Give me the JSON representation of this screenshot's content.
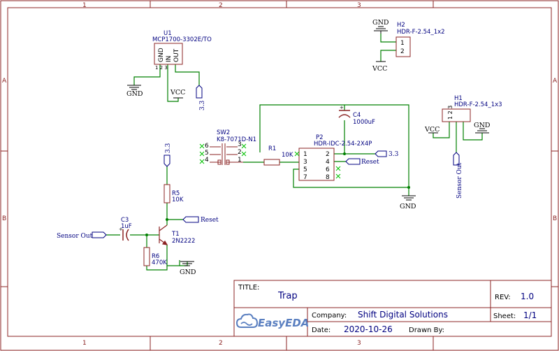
{
  "frame": {
    "columns": [
      "1",
      "2",
      "3"
    ],
    "rows": [
      "A",
      "B"
    ]
  },
  "title_block": {
    "title_label": "TITLE:",
    "title": "Trap",
    "rev_label": "REV:",
    "rev": "1.0",
    "company_label": "Company:",
    "company": "Shift Digital Solutions",
    "sheet_label": "Sheet:",
    "sheet": "1/1",
    "date_label": "Date:",
    "date": "2020-10-26",
    "drawn_label": "Drawn By:",
    "logo": "EasyEDA"
  },
  "components": {
    "u1": {
      "ref": "U1",
      "value": "MCP1700-3302E/TO",
      "pin_gnd": "GND",
      "pin_in": "IN",
      "pin_out": "OUT",
      "pin_nums": "1  2  3"
    },
    "h2": {
      "ref": "H2",
      "value": "HDR-F-2.54_1x2",
      "pin1": "1",
      "pin2": "2"
    },
    "h1": {
      "ref": "H1",
      "value": "HDR-F-2.54_1x3",
      "pins": "1  2  3"
    },
    "c4": {
      "ref": "C4",
      "value": "1000uF"
    },
    "sw2": {
      "ref": "SW2",
      "value": "K8-7071D-N1",
      "p1": "1",
      "p2": "2",
      "p3": "3",
      "p4": "4",
      "p5": "5",
      "p6": "6"
    },
    "r1": {
      "ref": "R1",
      "value": "10K"
    },
    "p2": {
      "ref": "P2",
      "value": "HDR-IDC-2.54-2X4P",
      "p1": "1",
      "p2": "2",
      "p3": "3",
      "p4": "4",
      "p5": "5",
      "p6": "6",
      "p7": "7",
      "p8": "8"
    },
    "r5": {
      "ref": "R5",
      "value": "10K"
    },
    "c3": {
      "ref": "C3",
      "value": "1uF",
      "plus": "+"
    },
    "t1": {
      "ref": "T1",
      "value": "2N2222"
    },
    "r6": {
      "ref": "R6",
      "value": "470K"
    },
    "c4_plus": "+"
  },
  "nets": {
    "gnd": "GND",
    "vcc": "VCC",
    "v33": "3.3",
    "reset": "Reset",
    "sensor_out": "Sensor Out"
  }
}
